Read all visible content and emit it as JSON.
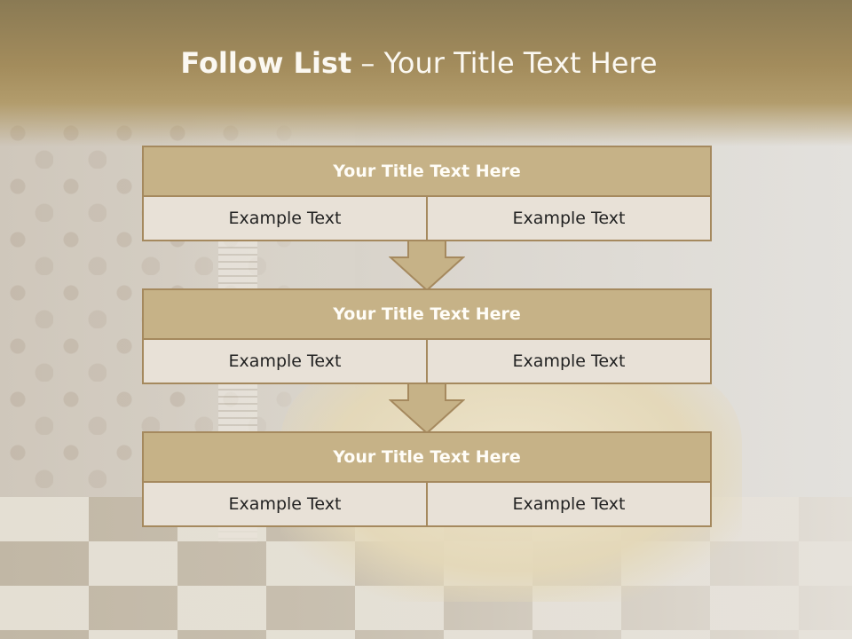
{
  "slide": {
    "title_bold": "Follow List",
    "title_rest": "– Your Title Text Here"
  },
  "blocks": [
    {
      "title": "Your Title Text Here",
      "cells": [
        "Example Text",
        "Example Text"
      ]
    },
    {
      "title": "Your Title Text Here",
      "cells": [
        "Example Text",
        "Example Text"
      ]
    },
    {
      "title": "Your Title Text Here",
      "cells": [
        "Example Text",
        "Example Text"
      ]
    }
  ],
  "colors": {
    "header_fill": "#c6b287",
    "border": "#a5895e",
    "row_fill": "#e8e1d7",
    "title_text": "#fbf8f1"
  }
}
